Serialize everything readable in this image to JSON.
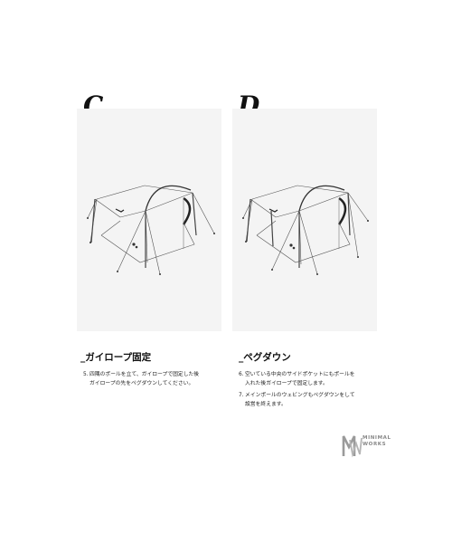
{
  "panel_c": {
    "letter": "C.",
    "heading": "_ガイロープ固定",
    "steps": [
      {
        "num": "5.",
        "line1": "四隅のポールを立て、ガイロープで固定した後",
        "line2": "ガイロープの先をペグダウンしてください。"
      }
    ]
  },
  "panel_d": {
    "letter": "D.",
    "heading": "_ペグダウン",
    "steps": [
      {
        "num": "6.",
        "line1": "空いている中央のサイドポケットにもポールを",
        "line2": "入れた後ガイロープで固定します。"
      },
      {
        "num": "7.",
        "line1": "メインポールのウェビングもペグダウンをして",
        "line2": "設営を終えます。"
      }
    ]
  },
  "brand": {
    "line1": "MINIMAL",
    "line2": "WORKS"
  },
  "colors": {
    "panel_bg": "#f4f4f4",
    "text": "#222222",
    "logo_gray": "#9a9a9a"
  }
}
